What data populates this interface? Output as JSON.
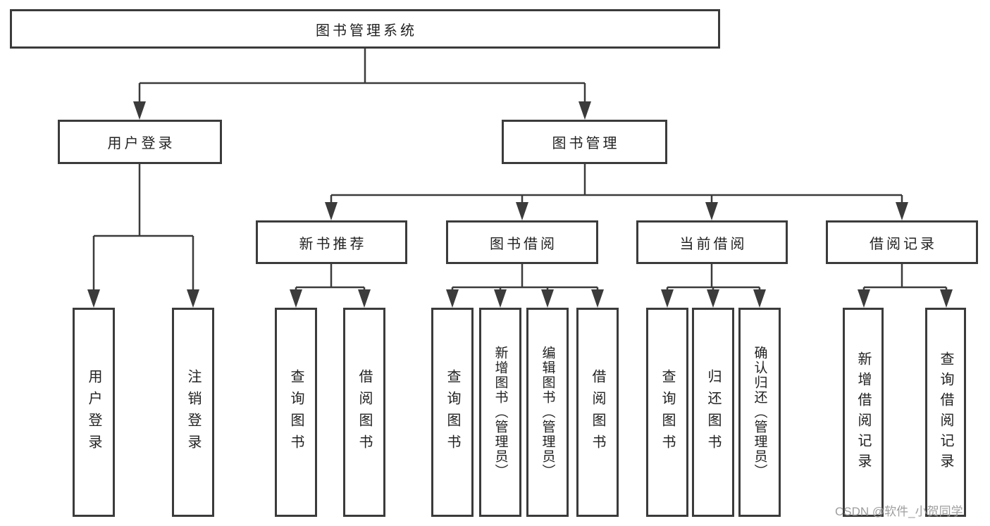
{
  "diagram": {
    "root": {
      "label": "图书管理系统"
    },
    "branches": [
      {
        "label": "用户登录",
        "children": [
          {
            "label": "用户登录"
          },
          {
            "label": "注销登录"
          }
        ]
      },
      {
        "label": "图书管理",
        "children": [
          {
            "label": "新书推荐",
            "children": [
              {
                "label": "查询图书"
              },
              {
                "label": "借阅图书"
              }
            ]
          },
          {
            "label": "图书借阅",
            "children": [
              {
                "label": "查询图书"
              },
              {
                "label": "新增图书（管理员）"
              },
              {
                "label": "编辑图书（管理员）"
              },
              {
                "label": "借阅图书"
              }
            ]
          },
          {
            "label": "当前借阅",
            "children": [
              {
                "label": "查询图书"
              },
              {
                "label": "归还图书"
              },
              {
                "label": "确认归还（管理员）"
              }
            ]
          },
          {
            "label": "借阅记录",
            "children": [
              {
                "label": "新增借阅记录"
              },
              {
                "label": "查询借阅记录"
              }
            ]
          }
        ]
      }
    ]
  },
  "watermark": {
    "text": "CSDN @软件_小贺同学"
  },
  "colors": {
    "line": "#3b3b3b",
    "text": "#222222",
    "watermark": "#9e9e9e",
    "background": "#ffffff"
  }
}
